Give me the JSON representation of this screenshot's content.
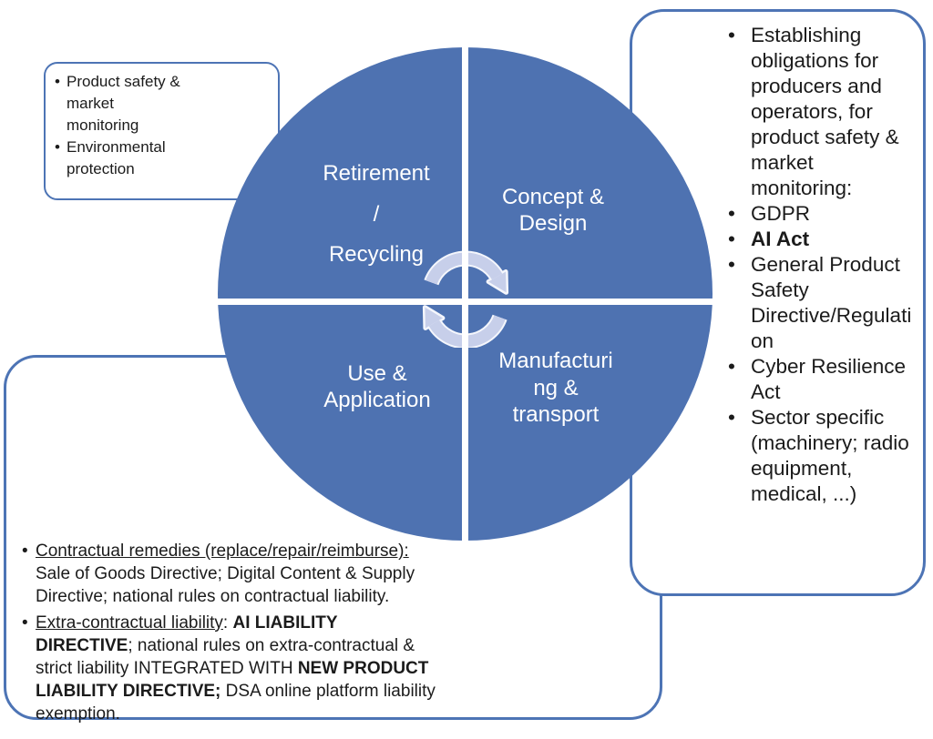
{
  "colors": {
    "diagram_blue": "#4e72b1",
    "callout_border_blue": "#4d74b5",
    "cycle_arrow_lavender": "#c7cfea",
    "divider_white": "#ffffff",
    "body_text": "#1b1b1b",
    "quadrant_text": "#ffffff"
  },
  "bullet_char": "•",
  "top_left_box": {
    "bullets": [
      "Product safety &\nmarket\nmonitoring",
      "Environmental\nprotection"
    ]
  },
  "right_box": {
    "bullets": [
      "Establishing\nobligations for\nproducers and\noperators, for\nproduct safety &\nmarket\nmonitoring:",
      "GDPR",
      "AI Act",
      "General Product\nSafety\nDirective/Regulati\non",
      "Cyber Resilience\nAct",
      "Sector specific\n(machinery; radio\nequipment,\nmedical, ...)"
    ]
  },
  "lifecycle": {
    "icon": "cycle-arrows-icon",
    "quadrants": [
      {
        "id": "retirement-recycling",
        "label": "Retirement\n/\nRecycling"
      },
      {
        "id": "concept-design",
        "label": "Concept &\nDesign"
      },
      {
        "id": "use-application",
        "label": "Use &\nApplication"
      },
      {
        "id": "manufacturing-transport",
        "label": "Manufacturi\nng &\ntransport"
      }
    ]
  },
  "bottom_left_box": {
    "bullets": [
      {
        "parts": [
          "Contractual remedies (replace/repair/reimburse):",
          "\nSale of Goods Directive; Digital Content & Supply\nDirective; national rules on contractual liability."
        ]
      },
      {
        "parts": [
          "Extra-contractual liability",
          ": ",
          "AI LIABILITY\nDIRECTIVE",
          "; national rules on extra-contractual &\nstrict liability INTEGRATED WITH ",
          "NEW PRODUCT\nLIABILITY DIRECTIVE;",
          " DSA online platform liability\nexemption."
        ]
      }
    ]
  }
}
